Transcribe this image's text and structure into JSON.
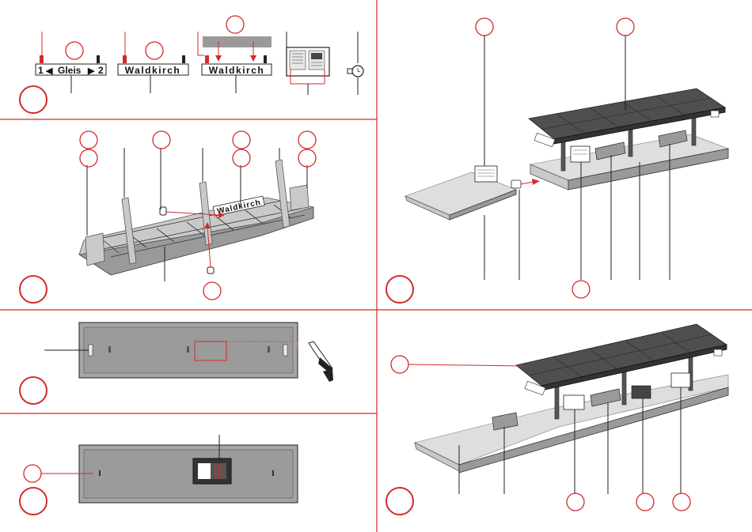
{
  "signs": {
    "gleis": {
      "left": "1",
      "word": "Gleis",
      "right": "2",
      "arrow_left": "◀",
      "arrow_right": "▶"
    },
    "station_name_1": "Waldkirch",
    "station_name_2": "Waldkirch",
    "station_name_assembly": "Waldkirch"
  },
  "colors": {
    "accent_red": "#d42a2a",
    "roof": "#4f4f4f",
    "platform": "#c9c9c9",
    "ink": "#222222"
  }
}
